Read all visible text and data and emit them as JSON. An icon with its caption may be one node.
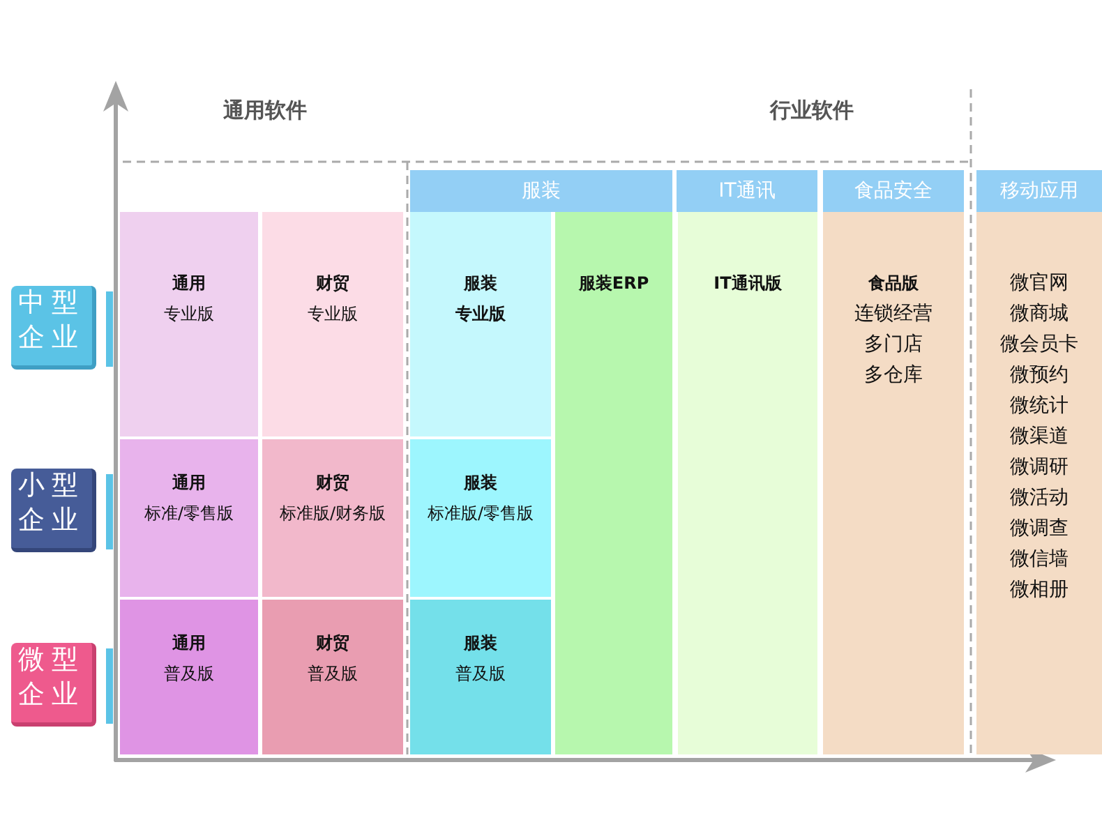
{
  "diagram": {
    "nodes": [
      {
        "text": [
          "服装"
        ]
      },
      {
        "text": [
          "IT通讯"
        ]
      },
      {
        "text": [
          "食品安全"
        ]
      },
      {
        "text": [
          "移动应用"
        ]
      },
      {
        "text": [
          "中型企业"
        ]
      },
      {
        "text": [
          "通用",
          "专业版"
        ]
      },
      {
        "text": [
          "财贸",
          "专业版"
        ]
      },
      {
        "text": [
          "服装",
          "专业版"
        ]
      },
      {
        "text": [
          "服装ERP"
        ]
      },
      {
        "text": [
          "IT通讯版"
        ]
      },
      {
        "text": [
          "食品版",
          "连锁经营",
          "多门店",
          "多仓库"
        ]
      },
      {
        "text": [
          "微官网",
          "微商城",
          "微会员卡",
          "微预约",
          "微统计",
          "微渠道",
          "微调研",
          "微活动",
          "微调查",
          "微信墙",
          "微相册"
        ]
      },
      {
        "text": [
          "小型企业"
        ]
      },
      {
        "text": [
          "通用",
          "标准/零售版"
        ]
      },
      {
        "text": [
          "财贸",
          "标准版/财务版"
        ]
      },
      {
        "text": [
          "服装",
          "标准版/零售版"
        ]
      },
      {
        "text": [
          "微型企业"
        ]
      },
      {
        "text": [
          "通用",
          "普及版"
        ]
      },
      {
        "text": [
          "财贸",
          "普及版"
        ]
      },
      {
        "text": [
          "服装",
          "普及版"
        ]
      }
    ],
    "labels": [
      "通用软件",
      "行业软件"
    ]
  }
}
